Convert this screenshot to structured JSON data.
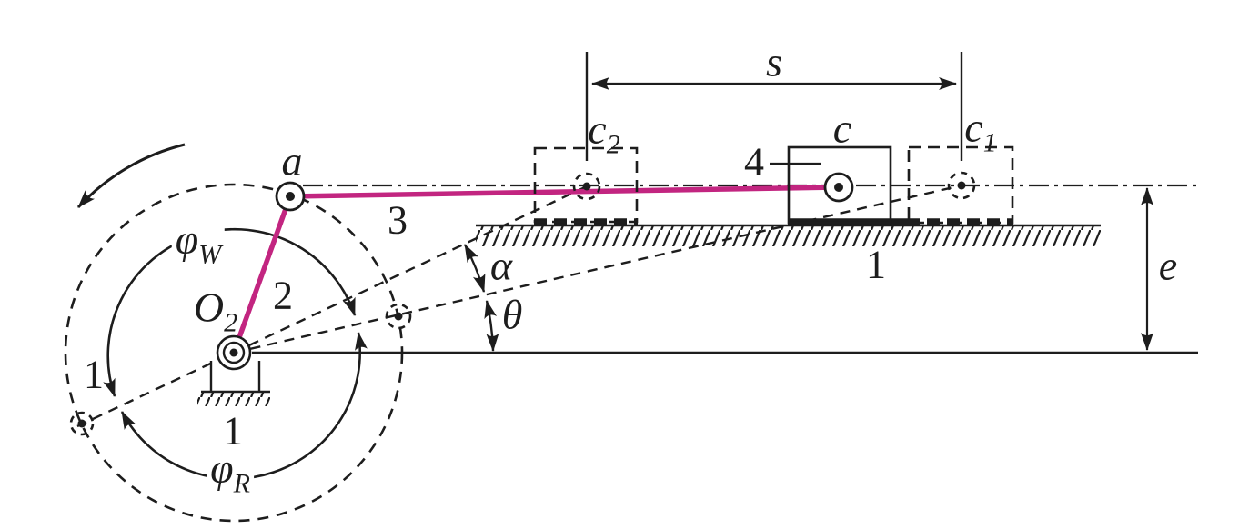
{
  "colors": {
    "accent": "#c22580",
    "ink": "#1d1d1d",
    "background": "#ffffff"
  },
  "labels": {
    "joints": {
      "crank_pivot_base": "O",
      "crank_pivot_sub": "2",
      "crank_pin": "a",
      "slider": "c",
      "slider_extreme_far_base": "c",
      "slider_extreme_far_sub": "1",
      "slider_extreme_near_base": "c",
      "slider_extreme_near_sub": "2"
    },
    "links": {
      "frame_left": "1",
      "frame_pivot": "1",
      "frame_guide": "1",
      "crank": "2",
      "coupler": "3",
      "slider_block": "4"
    },
    "angles": {
      "phi_working_base": "φ",
      "phi_working_sub": "W",
      "phi_return_base": "φ",
      "phi_return_sub": "R",
      "alpha": "α",
      "theta": "θ"
    },
    "dimensions": {
      "stroke": "s",
      "offset": "e"
    }
  }
}
